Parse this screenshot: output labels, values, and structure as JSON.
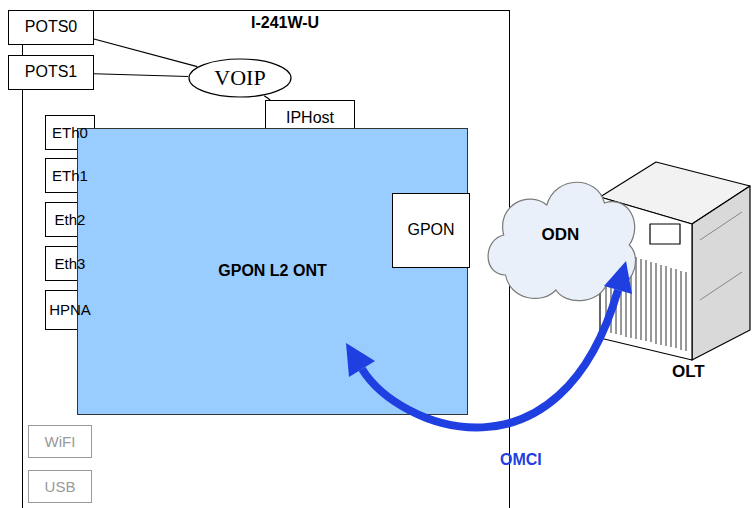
{
  "diagram": {
    "nodes": [
      {
        "text": [
          "I-241W-U"
        ]
      },
      {
        "text": [
          "POTS0"
        ],
        "in": 0
      },
      {
        "text": [
          "POTS1"
        ],
        "in": 0
      },
      {
        "text": [
          "VOIP"
        ],
        "in": 0
      },
      {
        "text": [
          "IPHost"
        ],
        "in": 0
      },
      {
        "text": [
          "ETh0"
        ],
        "in": 0
      },
      {
        "text": [
          "ETh1"
        ],
        "in": 0
      },
      {
        "text": [
          "Eth2"
        ],
        "in": 0
      },
      {
        "text": [
          "Eth3"
        ],
        "in": 0
      },
      {
        "text": [
          "HPNA"
        ],
        "in": 0
      },
      {
        "text": [
          "GPON L2 ONT"
        ],
        "in": 0
      },
      {
        "text": [
          "GPON"
        ],
        "in": 10
      },
      {
        "text": [
          "ODN"
        ]
      },
      {
        "text": [
          "WiFI"
        ],
        "in": 0
      },
      {
        "text": [
          "USB"
        ],
        "in": 0
      }
    ],
    "edges": [
      {
        "from": 1,
        "to": 3,
        "arrow": "none"
      },
      {
        "from": 2,
        "to": 3,
        "arrow": "none"
      },
      {
        "from": 3,
        "to": 4,
        "arrow": "none"
      }
    ],
    "labels": [
      "OLT",
      "OMCI"
    ]
  }
}
